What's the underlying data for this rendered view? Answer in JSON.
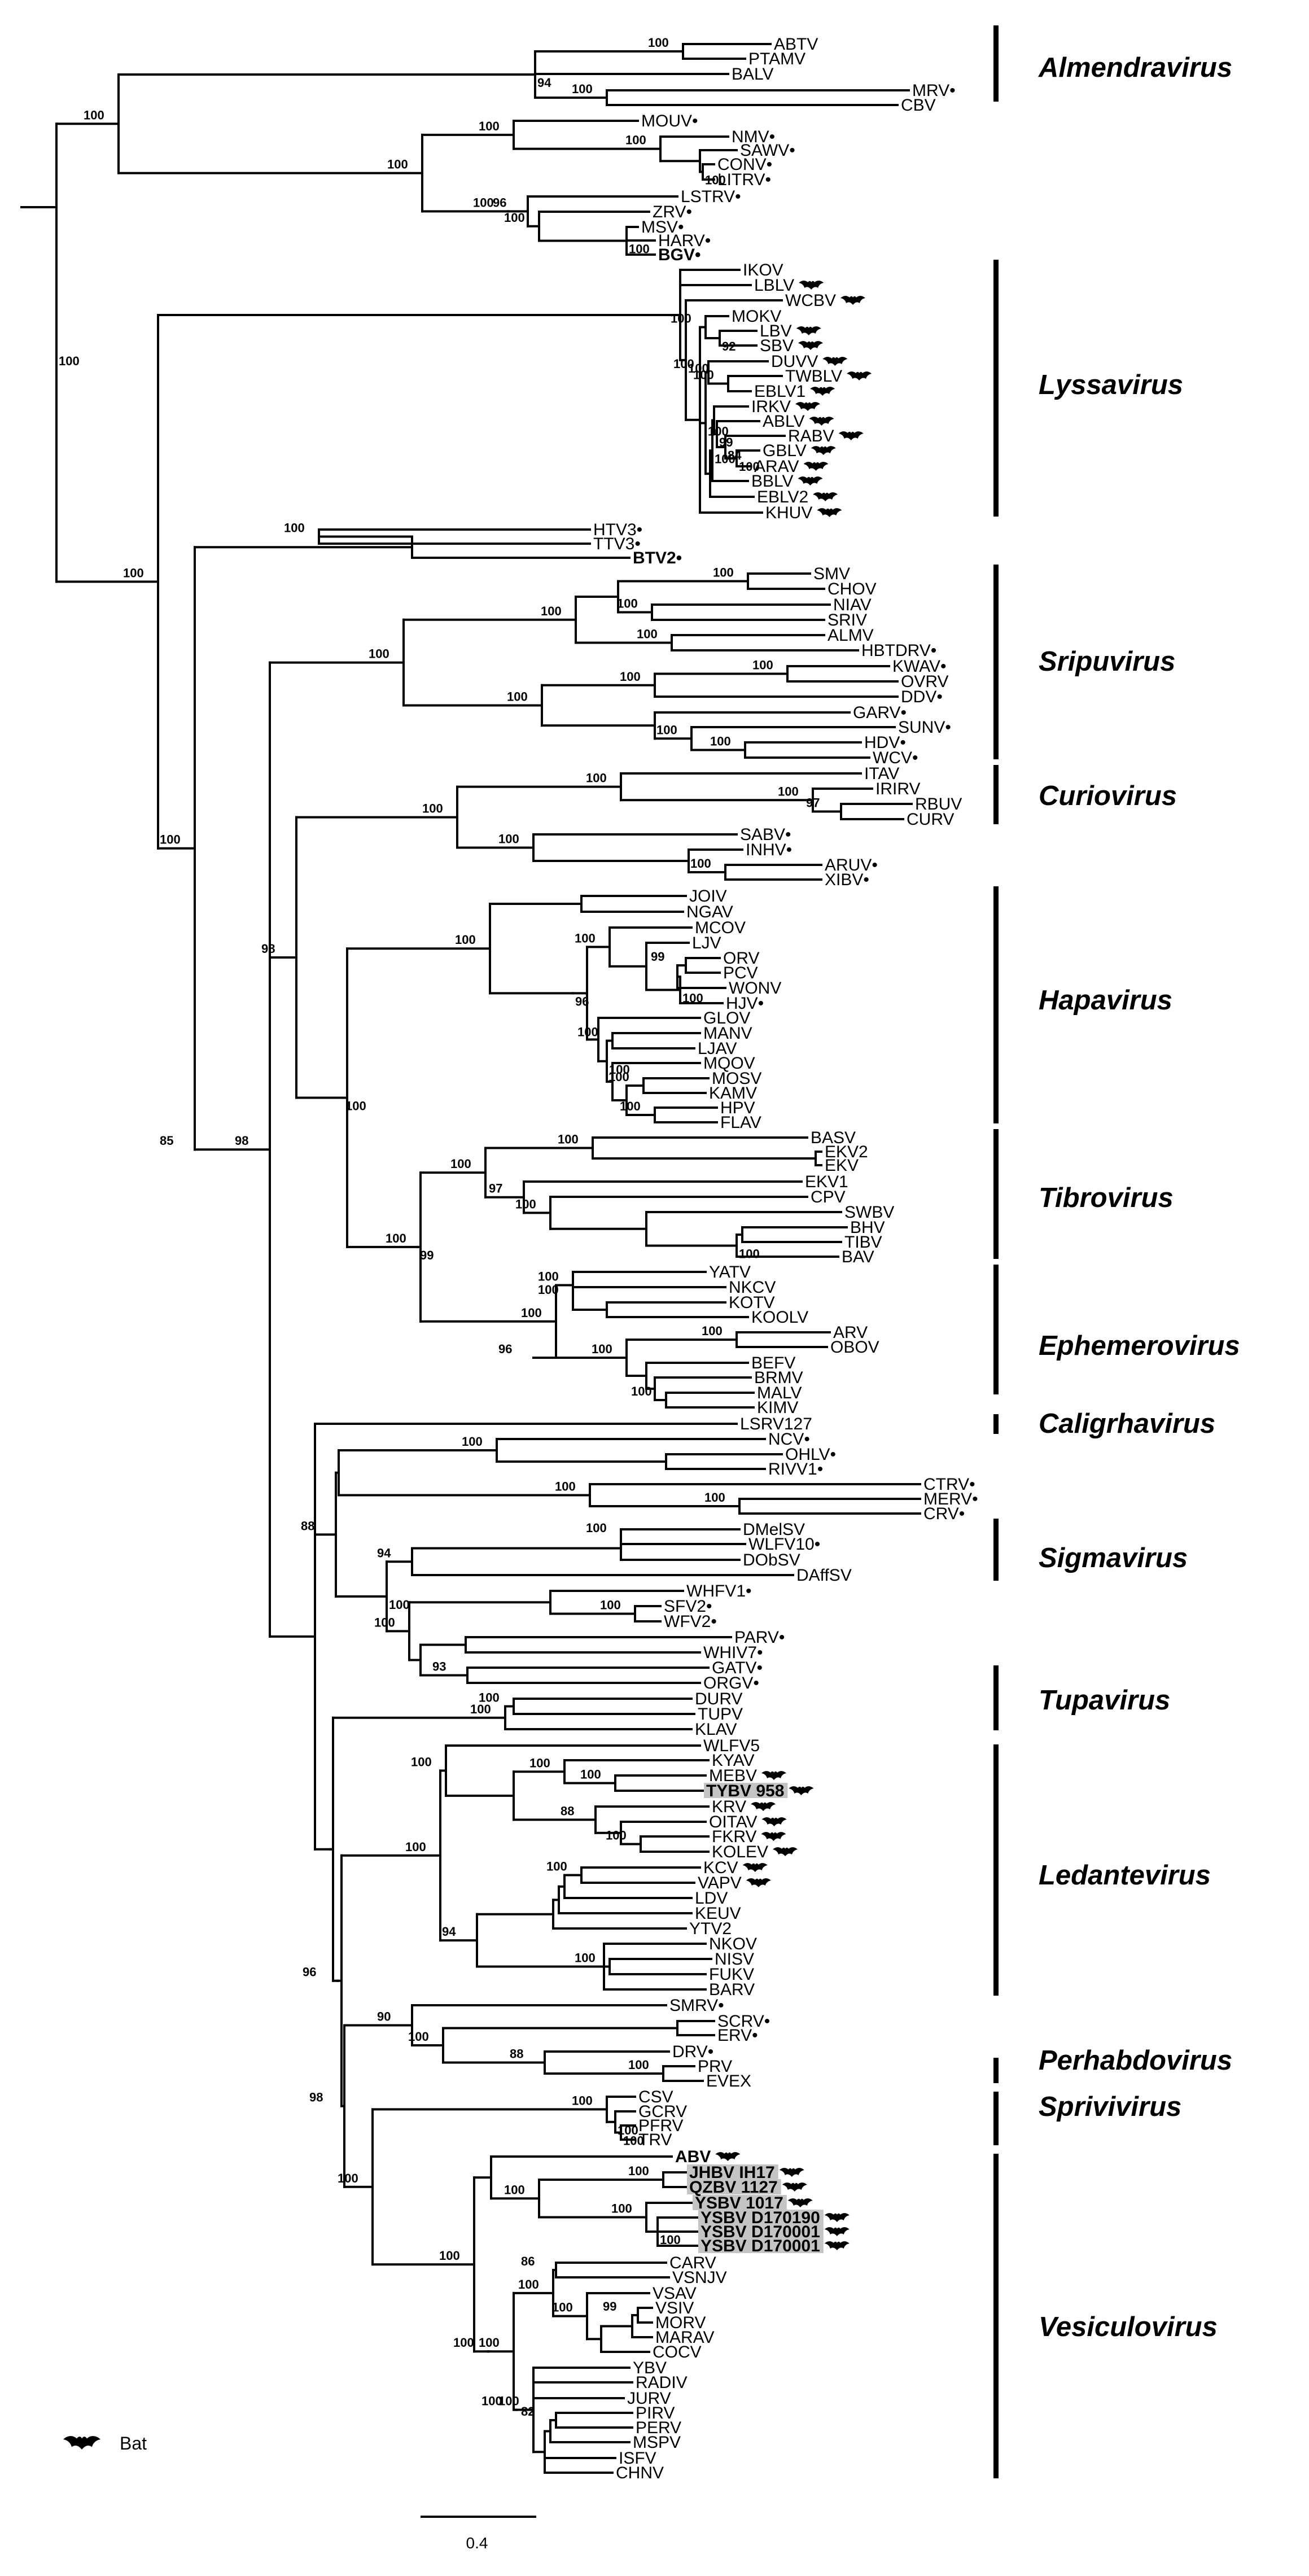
{
  "leaves": {
    "ABTV": {
      "label": "ABTV"
    },
    "PTAMV": {
      "label": "PTAMV"
    },
    "BALV": {
      "label": "BALV"
    },
    "MRV": {
      "label": "MRV",
      "star": true
    },
    "CBV": {
      "label": "CBV"
    },
    "MOUV": {
      "label": "MOUV",
      "star": true
    },
    "NMV": {
      "label": "NMV",
      "star": true
    },
    "SAWV": {
      "label": "SAWV",
      "star": true
    },
    "CONV": {
      "label": "CONV",
      "star": true
    },
    "LITRV": {
      "label": "LITRV",
      "star": true
    },
    "LSTRV": {
      "label": "LSTRV",
      "star": true
    },
    "ZRV": {
      "label": "ZRV",
      "star": true
    },
    "MSV": {
      "label": "MSV",
      "star": true
    },
    "HARV": {
      "label": "HARV",
      "star": true
    },
    "BGV": {
      "label": "BGV",
      "star": true,
      "bold": true
    },
    "IKOV": {
      "label": "IKOV"
    },
    "LBLV": {
      "label": "LBLV",
      "bat": true
    },
    "WCBV": {
      "label": "WCBV",
      "bat": true
    },
    "MOKV": {
      "label": "MOKV"
    },
    "LBV": {
      "label": "LBV",
      "bat": true
    },
    "SBV": {
      "label": "SBV",
      "bat": true
    },
    "DUVV": {
      "label": "DUVV",
      "bat": true
    },
    "TWBLV": {
      "label": "TWBLV",
      "bat": true
    },
    "EBLV1": {
      "label": "EBLV1",
      "bat": true
    },
    "IRKV": {
      "label": "IRKV",
      "bat": true
    },
    "ABLV": {
      "label": "ABLV",
      "bat": true
    },
    "RABV": {
      "label": "RABV",
      "bat": true
    },
    "GBLV": {
      "label": "GBLV",
      "bat": true
    },
    "ARAV": {
      "label": "ARAV",
      "bat": true
    },
    "BBLV": {
      "label": "BBLV",
      "bat": true
    },
    "EBLV2": {
      "label": "EBLV2",
      "bat": true
    },
    "KHUV": {
      "label": "KHUV",
      "bat": true
    },
    "HTV3": {
      "label": "HTV3",
      "star": true
    },
    "TTV3": {
      "label": "TTV3",
      "star": true
    },
    "BTV2": {
      "label": "BTV2",
      "star": true,
      "bold": true
    },
    "SMV": {
      "label": "SMV"
    },
    "CHOV": {
      "label": "CHOV"
    },
    "NIAV": {
      "label": "NIAV"
    },
    "SRIV": {
      "label": "SRIV"
    },
    "ALMV": {
      "label": "ALMV"
    },
    "HBTDRV": {
      "label": "HBTDRV",
      "star": true
    },
    "KWAV": {
      "label": "KWAV",
      "star": true
    },
    "OVRV": {
      "label": "OVRV"
    },
    "DDV": {
      "label": "DDV",
      "star": true
    },
    "GARV": {
      "label": "GARV",
      "star": true
    },
    "SUNV": {
      "label": "SUNV",
      "star": true
    },
    "HDV": {
      "label": "HDV",
      "star": true
    },
    "WCV": {
      "label": "WCV",
      "star": true
    },
    "ITAV": {
      "label": "ITAV"
    },
    "IRIRV": {
      "label": "IRIRV"
    },
    "RBUV": {
      "label": "RBUV"
    },
    "CURV": {
      "label": "CURV"
    },
    "SABV": {
      "label": "SABV",
      "star": true
    },
    "INHV": {
      "label": "INHV",
      "star": true
    },
    "ARUV": {
      "label": "ARUV",
      "star": true
    },
    "XIBV": {
      "label": "XIBV",
      "star": true
    },
    "JOIV": {
      "label": "JOIV"
    },
    "NGAV": {
      "label": "NGAV"
    },
    "MCOV": {
      "label": "MCOV"
    },
    "LJV": {
      "label": "LJV"
    },
    "ORV": {
      "label": "ORV"
    },
    "PCV": {
      "label": "PCV"
    },
    "WONV": {
      "label": "WONV"
    },
    "HJV": {
      "label": "HJV",
      "star": true
    },
    "GLOV": {
      "label": "GLOV"
    },
    "MANV": {
      "label": "MANV"
    },
    "LJAV": {
      "label": "LJAV"
    },
    "MQOV": {
      "label": "MQOV"
    },
    "MOSV": {
      "label": "MOSV"
    },
    "KAMV": {
      "label": "KAMV"
    },
    "HPV": {
      "label": "HPV"
    },
    "FLAV": {
      "label": "FLAV"
    },
    "BASV": {
      "label": "BASV"
    },
    "EKV2": {
      "label": "EKV2"
    },
    "EKV": {
      "label": "EKV"
    },
    "EKV1": {
      "label": "EKV1"
    },
    "CPV": {
      "label": "CPV"
    },
    "SWBV": {
      "label": "SWBV"
    },
    "BHV": {
      "label": "BHV"
    },
    "TIBV": {
      "label": "TIBV"
    },
    "BAV": {
      "label": "BAV"
    },
    "YATV": {
      "label": "YATV"
    },
    "NKCV": {
      "label": "NKCV"
    },
    "KOTV": {
      "label": "KOTV"
    },
    "KOOLV": {
      "label": "KOOLV"
    },
    "ARV": {
      "label": "ARV"
    },
    "OBOV": {
      "label": "OBOV"
    },
    "BEFV": {
      "label": "BEFV"
    },
    "BRMV": {
      "label": "BRMV"
    },
    "MALV": {
      "label": "MALV"
    },
    "KIMV": {
      "label": "KIMV"
    },
    "LSRV127": {
      "label": "LSRV127"
    },
    "NCV": {
      "label": "NCV",
      "star": true
    },
    "OHLV": {
      "label": "OHLV",
      "star": true
    },
    "RIVV1": {
      "label": "RIVV1",
      "star": true
    },
    "CTRV": {
      "label": "CTRV",
      "star": true
    },
    "MERV": {
      "label": "MERV",
      "star": true
    },
    "CRV": {
      "label": "CRV",
      "star": true
    },
    "DMelSV": {
      "label": "DMelSV"
    },
    "WLFV10": {
      "label": "WLFV10",
      "star": true
    },
    "DObSV": {
      "label": "DObSV"
    },
    "DAffSV": {
      "label": "DAffSV"
    },
    "WHFV1": {
      "label": "WHFV1",
      "star": true
    },
    "SFV2": {
      "label": "SFV2",
      "star": true
    },
    "WFV2": {
      "label": "WFV2",
      "star": true
    },
    "PARV": {
      "label": "PARV",
      "star": true
    },
    "WHIV7": {
      "label": "WHIV7",
      "star": true
    },
    "GATV": {
      "label": "GATV",
      "star": true
    },
    "ORGV": {
      "label": "ORGV",
      "star": true
    },
    "DURV": {
      "label": "DURV"
    },
    "TUPV": {
      "label": "TUPV"
    },
    "KLAV": {
      "label": "KLAV"
    },
    "WLFV5": {
      "label": "WLFV5"
    },
    "KYAV": {
      "label": "KYAV"
    },
    "MEBV": {
      "label": "MEBV",
      "bat": true
    },
    "TYBV958": {
      "label": "TYBV 958",
      "bat": true,
      "bold": true,
      "hl": true
    },
    "KRV": {
      "label": "KRV",
      "bat": true
    },
    "OITAV": {
      "label": "OITAV",
      "bat": true
    },
    "FKRV": {
      "label": "FKRV",
      "bat": true
    },
    "KOLEV": {
      "label": "KOLEV",
      "bat": true
    },
    "KCV": {
      "label": "KCV",
      "bat": true
    },
    "VAPV": {
      "label": "VAPV",
      "bat": true
    },
    "LDV": {
      "label": "LDV"
    },
    "KEUV": {
      "label": "KEUV"
    },
    "YTV2": {
      "label": "YTV2"
    },
    "NKOV": {
      "label": "NKOV"
    },
    "NISV": {
      "label": "NISV"
    },
    "FUKV": {
      "label": "FUKV"
    },
    "BARV": {
      "label": "BARV"
    },
    "SMRV": {
      "label": "SMRV",
      "star": true
    },
    "SCRV": {
      "label": "SCRV",
      "star": true
    },
    "ERV": {
      "label": "ERV",
      "star": true
    },
    "DRV": {
      "label": "DRV",
      "star": true
    },
    "PRV": {
      "label": "PRV"
    },
    "EVEX": {
      "label": "EVEX"
    },
    "CSV": {
      "label": "CSV"
    },
    "GCRV": {
      "label": "GCRV"
    },
    "PFRV": {
      "label": "PFRV"
    },
    "TRV": {
      "label": "TRV"
    },
    "ABV": {
      "label": "ABV",
      "bat": true,
      "bold": true
    },
    "JHBV": {
      "label": "JHBV  IH17",
      "bat": true,
      "bold": true,
      "hl": true
    },
    "QZBV": {
      "label": "QZBV  1127",
      "bat": true,
      "bold": true,
      "hl": true
    },
    "YSBV1017": {
      "label": "YSBV  1017",
      "bat": true,
      "bold": true,
      "hl": true
    },
    "YSBVD170190": {
      "label": "YSBV  D170190",
      "bat": true,
      "bold": true,
      "hl": true
    },
    "YSBVD170001a": {
      "label": "YSBV  D170001",
      "bat": true,
      "bold": true,
      "hl": true
    },
    "YSBVD170001b": {
      "label": "YSBV  D170001",
      "bat": true,
      "bold": true,
      "hl": true
    },
    "CARV": {
      "label": "CARV"
    },
    "VSNJV": {
      "label": "VSNJV"
    },
    "VSAV": {
      "label": "VSAV"
    },
    "VSIV": {
      "label": "VSIV"
    },
    "MORV": {
      "label": "MORV"
    },
    "MARAV": {
      "label": "MARAV"
    },
    "COCV": {
      "label": "COCV"
    },
    "YBV": {
      "label": "YBV"
    },
    "RADIV": {
      "label": "RADIV"
    },
    "JURV": {
      "label": "JURV"
    },
    "PIRV": {
      "label": "PIRV"
    },
    "PERV": {
      "label": "PERV"
    },
    "MSPV": {
      "label": "MSPV"
    },
    "ISFV": {
      "label": "ISFV"
    },
    "CHNV": {
      "label": "CHNV"
    }
  },
  "genera": [
    {
      "label": "Almendravirus"
    },
    {
      "label": "Lyssavirus"
    },
    {
      "label": "Sripuvirus"
    },
    {
      "label": "Curiovirus"
    },
    {
      "label": "Hapavirus"
    },
    {
      "label": "Tibrovirus"
    },
    {
      "label": "Ephemerovirus"
    },
    {
      "label": "Caligrhavirus"
    },
    {
      "label": "Sigmavirus"
    },
    {
      "label": "Tupavirus"
    },
    {
      "label": "Ledantevirus"
    },
    {
      "label": "Perhabdovirus"
    },
    {
      "label": "Sprivivirus"
    },
    {
      "label": "Vesiculovirus"
    }
  ],
  "legend": {
    "label": "Bat"
  },
  "scale": {
    "label": "0.4",
    "value": 0.4
  }
}
